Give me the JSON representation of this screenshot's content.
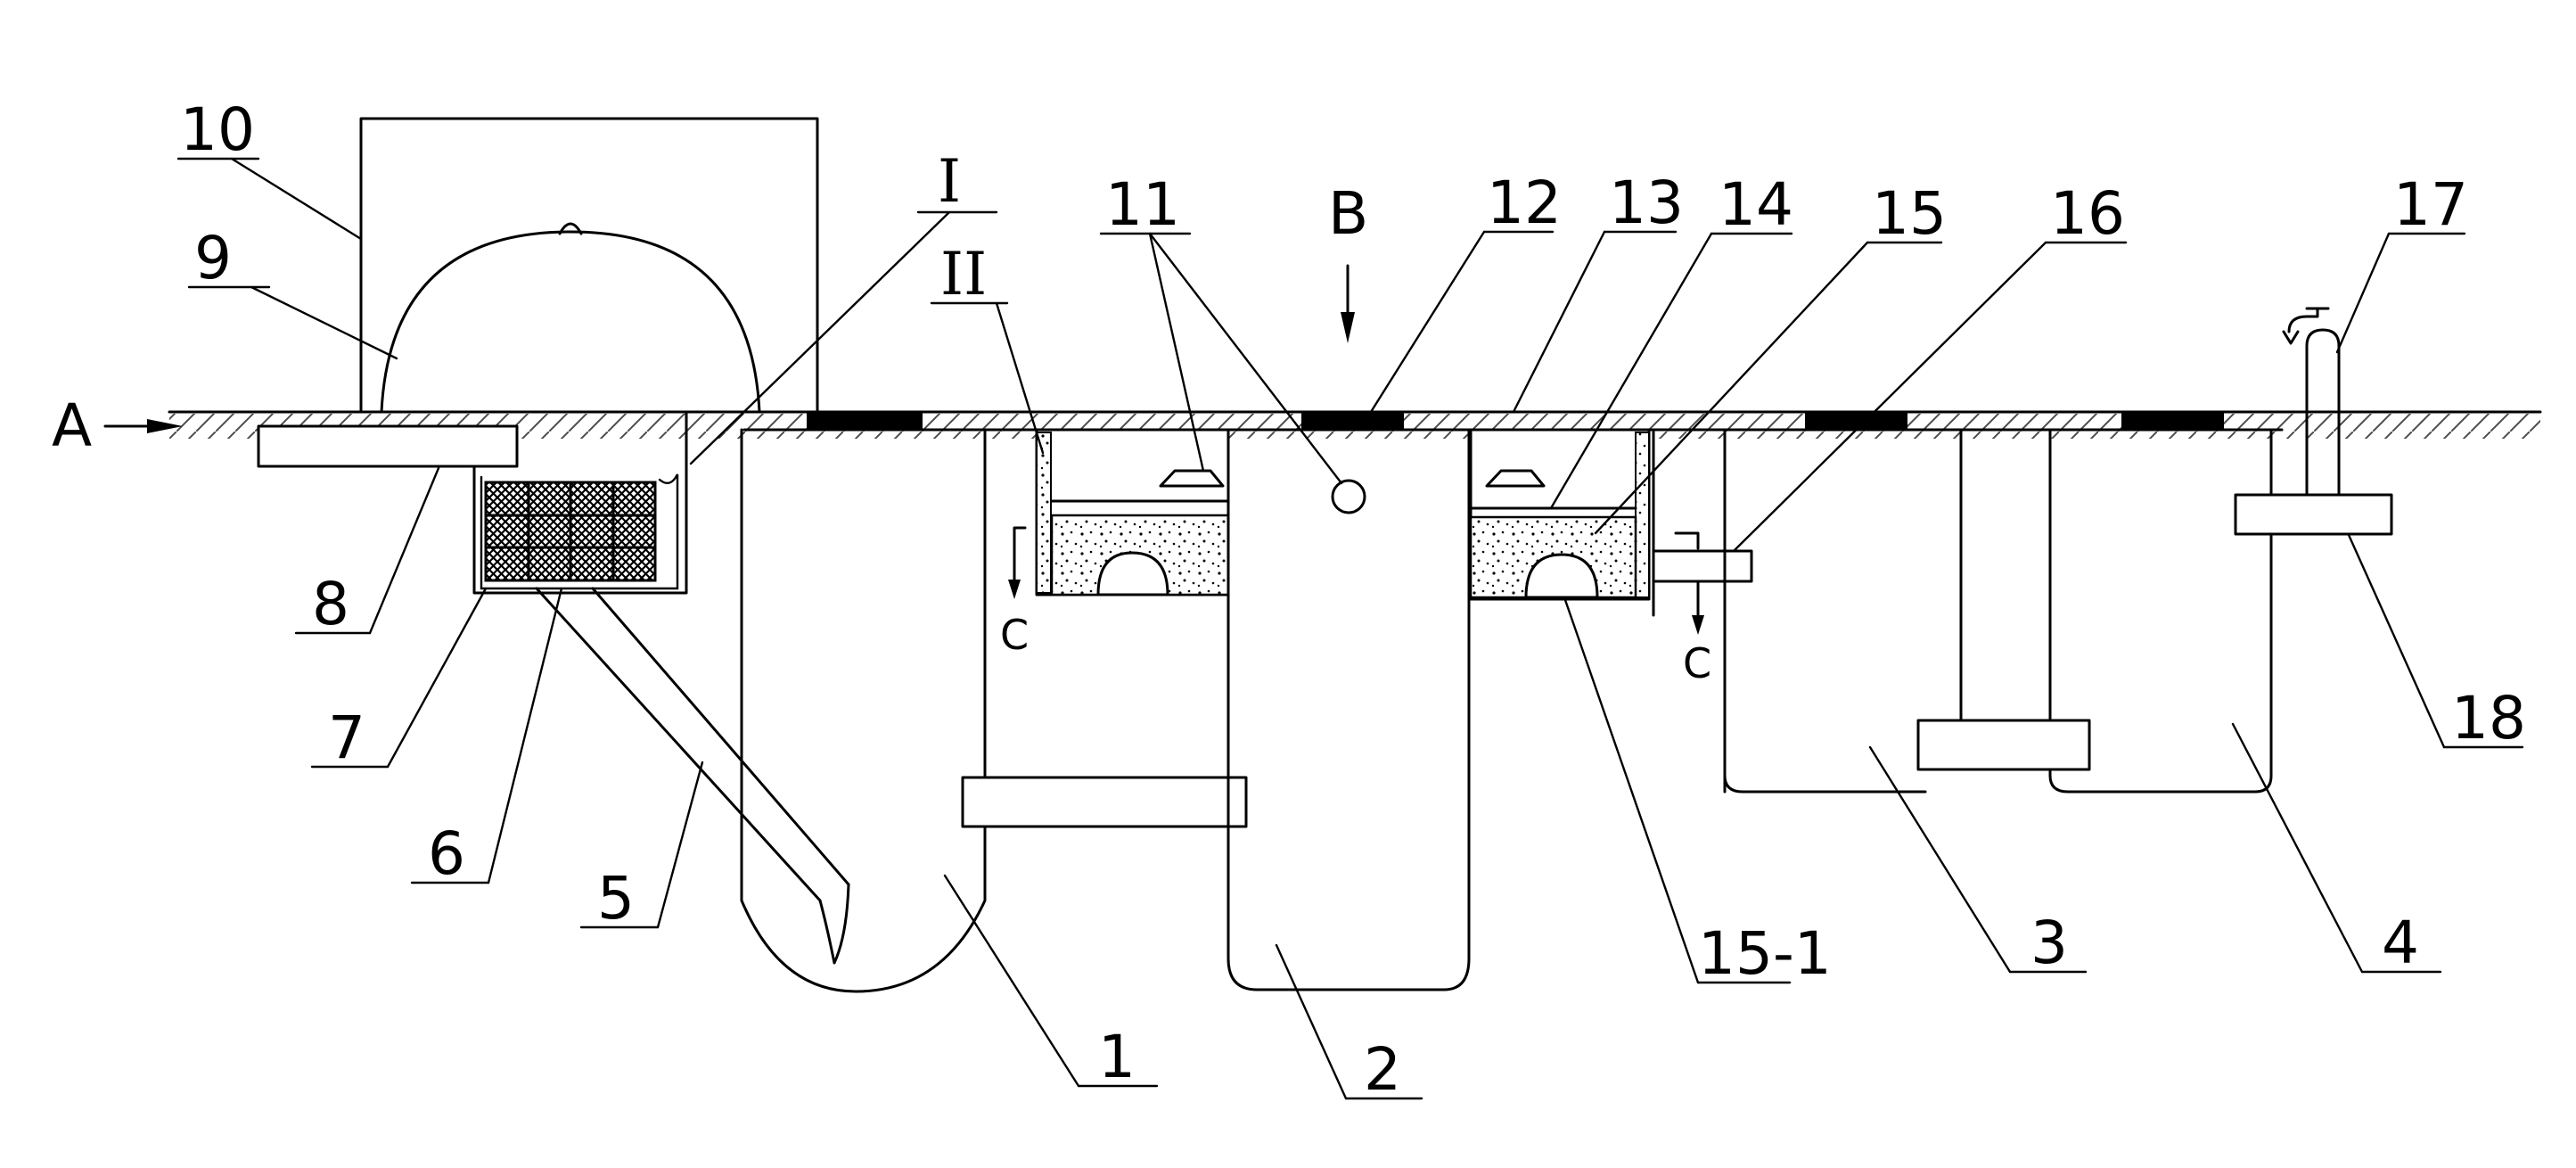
{
  "labels": {
    "n1": "1",
    "n2": "2",
    "n3": "3",
    "n4": "4",
    "n5": "5",
    "n6": "6",
    "n7": "7",
    "n8": "8",
    "n9": "9",
    "n10": "10",
    "n11": "11",
    "n12": "12",
    "n13": "13",
    "n14": "14",
    "n15": "15",
    "n15_1": "15-1",
    "n16": "16",
    "n17": "17",
    "n18": "18",
    "roman1": "I",
    "roman2": "II",
    "arrowA": "A",
    "arrowB": "B",
    "sectionC_left": "C",
    "sectionC_right": "C"
  }
}
